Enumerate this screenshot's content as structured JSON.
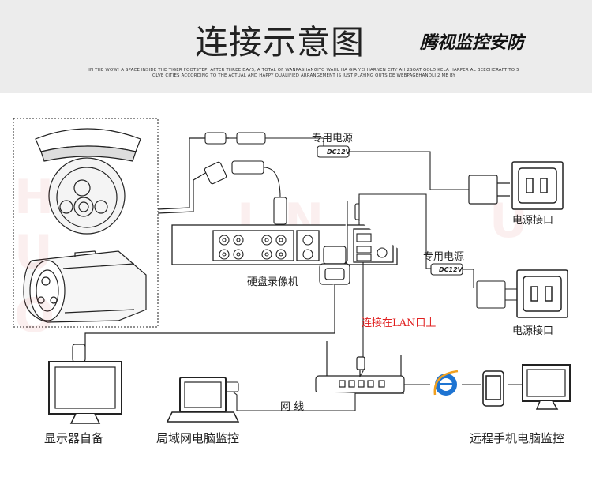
{
  "header": {
    "title": "连接示意图",
    "brand": "腾视监控安防",
    "tagline_line1": "IN THE WOW! A SPACE INSIDE THE TIGER FOOTSTEP, AFTER THREE DAYS, A TOTAL OF WANPASHANGIYO WAHL HA GIA YEI HARNEN CITY AH 2SOAT GOLD KELA HARPER AL BEECHCRAFT TO 5",
    "tagline_line2": "OLVE CITIES ACCORDING TO THE ACTUAL AND HAPPY QUALIFIED ARRANGEMENT IS JUST PLAYING OUTSIDE WEBPAGEHANDLI 2 ME BY"
  },
  "labels": {
    "power_supply_1": "专用电源",
    "power_supply_2": "专用电源",
    "dc_label": "DC12V",
    "outlet_1": "电源接口",
    "outlet_2": "电源接口",
    "dvr": "硬盘录像机",
    "lan_note": "连接在LAN口上",
    "network_cable": "网 线",
    "monitor": "显示器自备",
    "lan_pc": "局域网电脑监控",
    "remote": "远程手机电脑监控"
  },
  "colors": {
    "accent_red": "#e02020",
    "line": "#222222",
    "ie_blue": "#1e74d2",
    "ie_orange": "#f0a020"
  },
  "icons": [
    "dome-camera-icon",
    "bullet-camera-icon",
    "dvr-icon",
    "power-adapter-icon",
    "wall-outlet-icon",
    "router-icon",
    "monitor-icon",
    "laptop-icon",
    "ie-browser-icon",
    "phone-icon",
    "desktop-monitor-icon"
  ]
}
